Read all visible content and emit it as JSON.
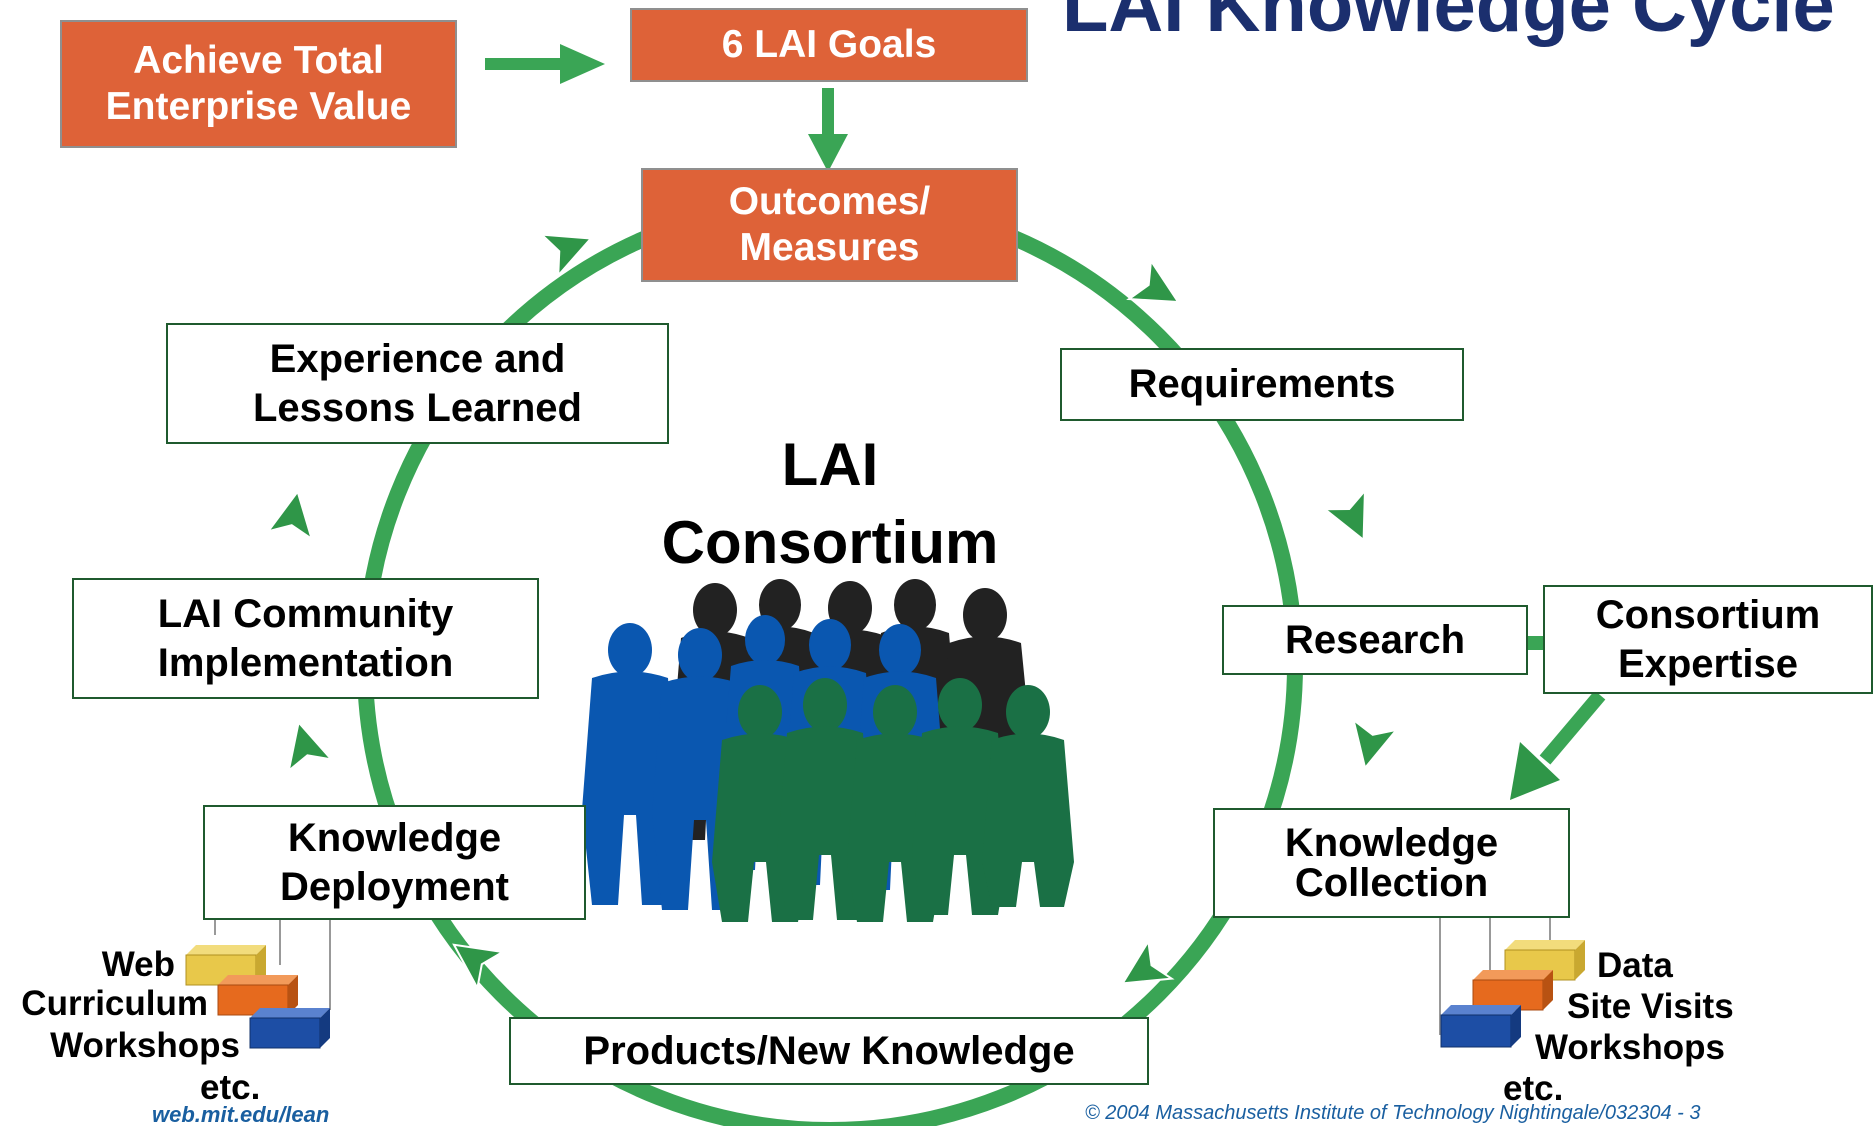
{
  "title": "LAI Knowledge Cycle",
  "top": {
    "enterprise_value": [
      "Achieve Total",
      "Enterprise Value"
    ],
    "goals": "6 LAI Goals",
    "outcomes": [
      "Outcomes/",
      "Measures"
    ]
  },
  "cycle": {
    "requirements": "Requirements",
    "research": "Research",
    "consortium_expertise": [
      "Consortium",
      "Expertise"
    ],
    "knowledge_collection": [
      "Knowledge",
      "Collection"
    ],
    "products": "Products/New Knowledge",
    "knowledge_deployment": [
      "Knowledge",
      "Deployment"
    ],
    "community_implementation": [
      "LAI Community",
      "Implementation"
    ],
    "experience": [
      "Experience and",
      "Lessons Learned"
    ]
  },
  "center": {
    "line1": "LAI",
    "line2": "Consortium"
  },
  "deployment_channels": [
    "Web",
    "Curriculum",
    "Workshops",
    "etc."
  ],
  "collection_sources": [
    "Data",
    "Site Visits",
    "Workshops",
    "etc."
  ],
  "footer": {
    "url": "web.mit.edu/lean",
    "copyright": "© 2004 Massachusetts Institute of Technology   Nightingale/032304 - 3"
  },
  "colors": {
    "orange_box": "#de6238",
    "cycle_green": "#3aa555",
    "arrow_green": "#2f9648",
    "title_navy": "#1b2f6e",
    "people_blue": "#0a57b0",
    "people_black": "#222222",
    "people_green": "#1a7045",
    "stack_yellow": "#e8c84a",
    "stack_orange": "#e66a1e",
    "stack_blue": "#1d4ea5",
    "footer_url": "#1a5fa0"
  }
}
